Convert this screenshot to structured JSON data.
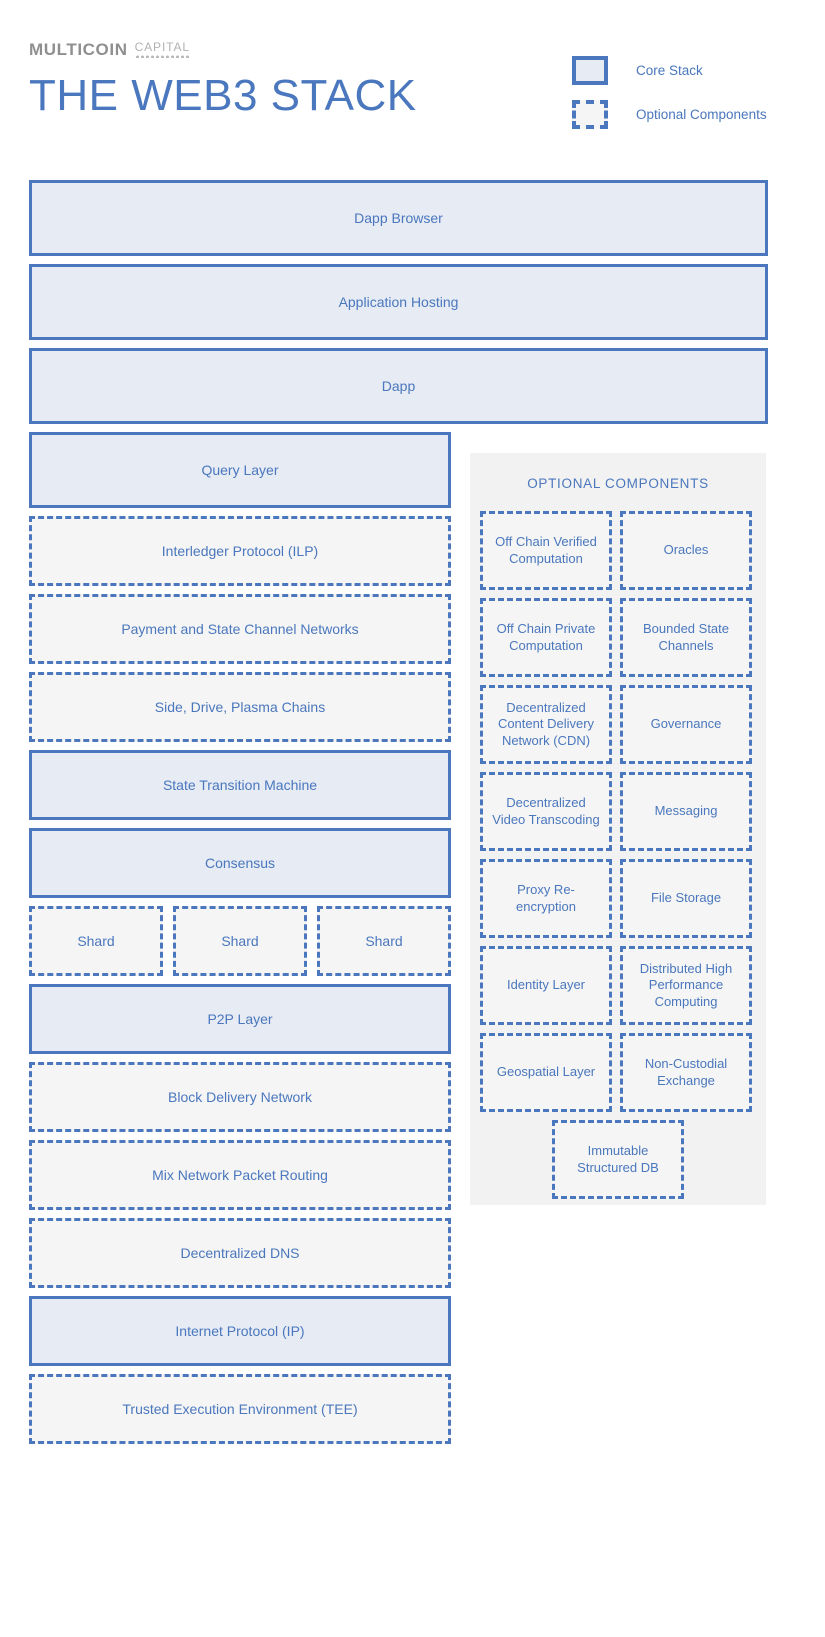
{
  "brand": {
    "main": "MULTICOIN",
    "sub": "CAPITAL"
  },
  "title": "THE WEB3 STACK",
  "colors": {
    "accent": "#4a77bd",
    "core_fill": "#e6ebf4",
    "optional_fill": "#f5f5f5",
    "panel_bg": "#f2f2f2",
    "brand_gray": "#8f8f8f"
  },
  "legend": {
    "items": [
      {
        "label": "Core Stack",
        "type": "core"
      },
      {
        "label": "Optional Components",
        "type": "optional"
      }
    ]
  },
  "stack": {
    "wide_layers": [
      {
        "label": "Dapp Browser",
        "type": "core"
      },
      {
        "label": "Application Hosting",
        "type": "core"
      },
      {
        "label": "Dapp",
        "type": "core"
      }
    ],
    "narrow_layers_top": [
      {
        "label": "Query Layer",
        "type": "core"
      },
      {
        "label": "Interledger Protocol (ILP)",
        "type": "optional"
      },
      {
        "label": "Payment and State Channel Networks",
        "type": "optional"
      },
      {
        "label": "Side, Drive, Plasma Chains",
        "type": "optional"
      },
      {
        "label": "State Transition Machine",
        "type": "core"
      },
      {
        "label": "Consensus",
        "type": "core"
      }
    ],
    "shards": [
      {
        "label": "Shard",
        "type": "optional"
      },
      {
        "label": "Shard",
        "type": "optional"
      },
      {
        "label": "Shard",
        "type": "optional"
      }
    ],
    "narrow_layers_bottom": [
      {
        "label": "P2P Layer",
        "type": "core"
      },
      {
        "label": "Block Delivery Network",
        "type": "optional"
      },
      {
        "label": "Mix Network Packet Routing",
        "type": "optional"
      },
      {
        "label": "Decentralized DNS",
        "type": "optional"
      },
      {
        "label": "Internet Protocol (IP)",
        "type": "core"
      },
      {
        "label": "Trusted Execution Environment (TEE)",
        "type": "optional"
      }
    ]
  },
  "optional_panel": {
    "title": "OPTIONAL COMPONENTS",
    "items": [
      {
        "label": "Off Chain Verified Computation"
      },
      {
        "label": "Oracles"
      },
      {
        "label": "Off Chain Private Computation"
      },
      {
        "label": "Bounded State Channels"
      },
      {
        "label": "Decentralized Content Delivery Network (CDN)"
      },
      {
        "label": "Governance"
      },
      {
        "label": "Decentralized Video Transcoding"
      },
      {
        "label": "Messaging"
      },
      {
        "label": "Proxy Re-encryption"
      },
      {
        "label": "File Storage"
      },
      {
        "label": "Identity Layer"
      },
      {
        "label": "Distributed High Performance Computing"
      },
      {
        "label": "Geospatial Layer"
      },
      {
        "label": "Non-Custodial Exchange"
      }
    ],
    "last_item": {
      "label": "Immutable Structured DB"
    }
  }
}
